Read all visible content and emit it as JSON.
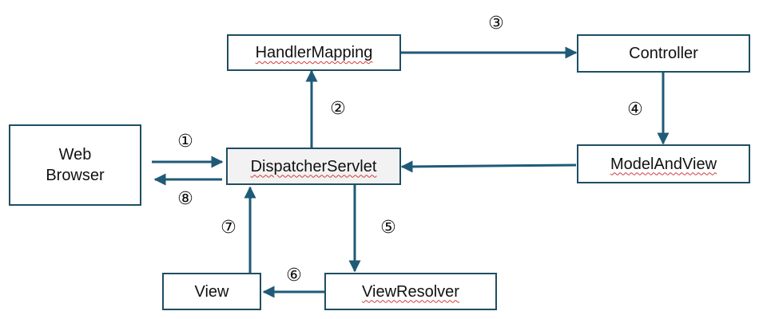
{
  "colors": {
    "arrow": "#1f5a78",
    "box_border": "#1f4e63",
    "dispatcher_fill": "#f2f2f2"
  },
  "boxes": {
    "browser_line1": "Web",
    "browser_line2": "Browser",
    "handler_mapping": "HandlerMapping",
    "controller": "Controller",
    "dispatcher_servlet": "DispatcherServlet",
    "model_and_view": "ModelAndView",
    "view": "View",
    "view_resolver": "ViewResolver"
  },
  "steps": [
    "①",
    "②",
    "③",
    "④",
    "⑤",
    "⑥",
    "⑦",
    "⑧"
  ]
}
